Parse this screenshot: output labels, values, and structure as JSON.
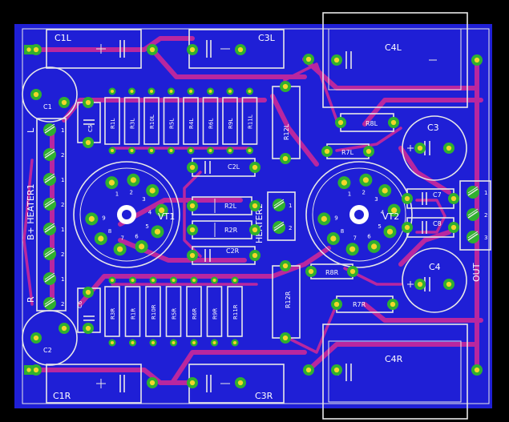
{
  "board": {
    "colors": {
      "background": "#000000",
      "copper": "#1f1fd6",
      "trace": "#b9279f",
      "silkscreen": "#e8e8e8",
      "pad_ring": "#2fb02f",
      "pad_hole": "#f3d52a"
    },
    "capacitors": {
      "c1l": "C1L",
      "c3l": "C3L",
      "c4l": "C4L",
      "c1r": "C1R",
      "c3r": "C3R",
      "c4r": "C4R",
      "c1": "C1",
      "c2": "C2",
      "c3": "C3",
      "c4": "C4",
      "c5": "C5",
      "c6": "C6",
      "c7": "C7",
      "c8": "C8",
      "c2l": "C2L",
      "c2r": "C2R"
    },
    "resistors_top": [
      "R1L",
      "R3L",
      "R10L",
      "R5L",
      "R4L",
      "R6L",
      "R9L",
      "R11L"
    ],
    "resistors_bottom": [
      "R3R",
      "R1R",
      "R10R",
      "R5R",
      "R6R",
      "R9R",
      "R11R"
    ],
    "resistors_misc": {
      "r12l": "R12L",
      "r12r": "R12R",
      "r8l": "R8L",
      "r7l": "R7L",
      "r8r": "R8R",
      "r7r": "R7R",
      "r2l": "R2L",
      "r2r": "R2R"
    },
    "tubes": {
      "vt1": "VT1",
      "vt2": "VT2"
    },
    "pin_numbers": [
      "1",
      "2",
      "3",
      "4",
      "5",
      "6",
      "7",
      "8",
      "9"
    ],
    "connectors": {
      "heater1": "B+ HEATER1",
      "heater2": "HEATER2",
      "out": "OUT",
      "r_label": "R",
      "l_label": "L",
      "heater1_pins": [
        "1",
        "2",
        "1",
        "2",
        "1",
        "2",
        "1",
        "2"
      ],
      "heater2_pins": [
        "1",
        "2"
      ],
      "out_pins": [
        "1",
        "2",
        "3"
      ]
    }
  }
}
